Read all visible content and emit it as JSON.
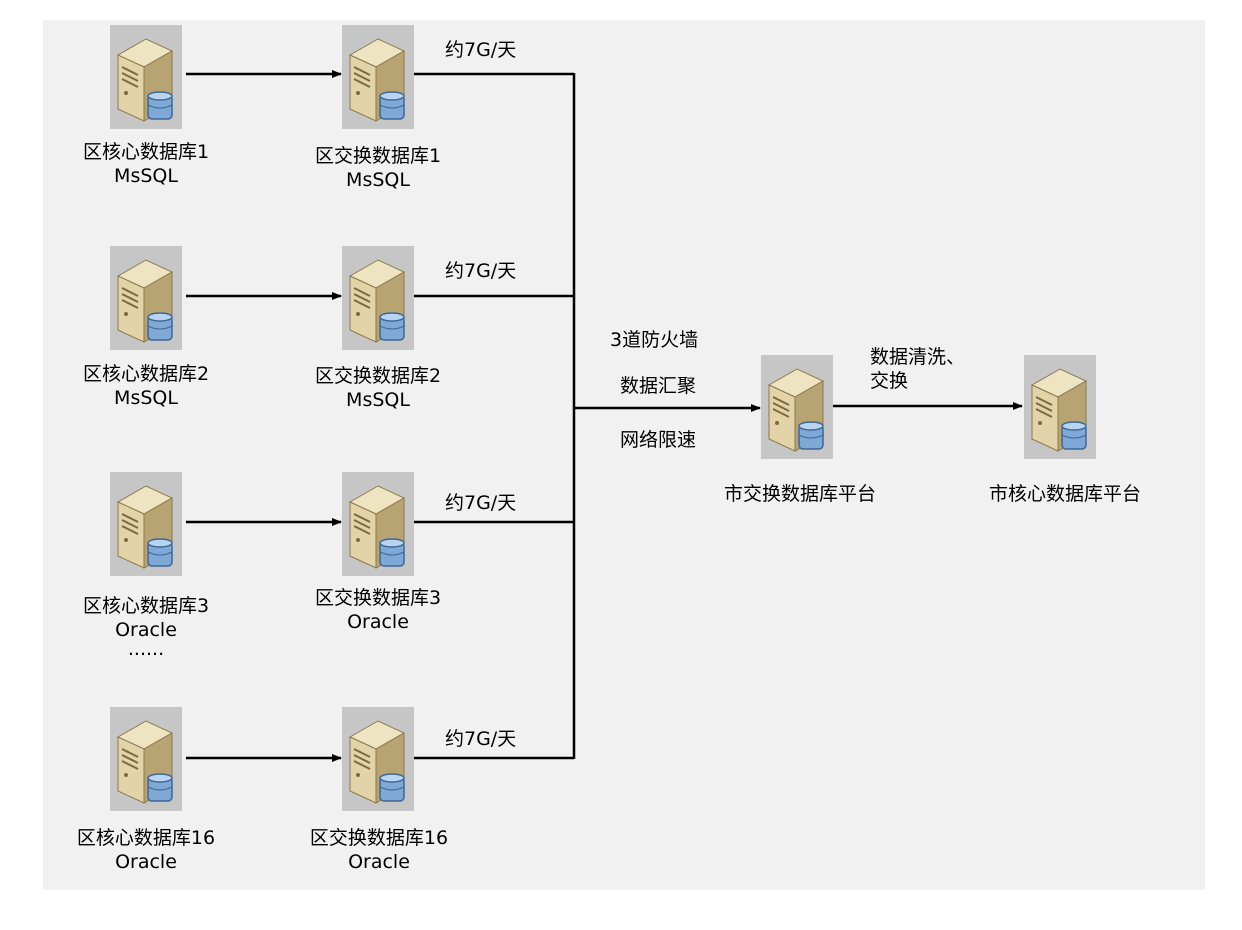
{
  "district_core": [
    {
      "name": "区核心数据库1",
      "engine": "MsSQL"
    },
    {
      "name": "区核心数据库2",
      "engine": "MsSQL"
    },
    {
      "name": "区核心数据库3",
      "engine": "Oracle"
    },
    {
      "name": "区核心数据库16",
      "engine": "Oracle"
    }
  ],
  "district_exchange": [
    {
      "name": "区交换数据库1",
      "engine": "MsSQL"
    },
    {
      "name": "区交换数据库2",
      "engine": "MsSQL"
    },
    {
      "name": "区交换数据库3",
      "engine": "Oracle"
    },
    {
      "name": "区交换数据库16",
      "engine": "Oracle"
    }
  ],
  "ellipsis": "......",
  "volume_labels": [
    "约7G/天",
    "约7G/天",
    "约7G/天",
    "约7G/天"
  ],
  "aggregation_steps": [
    "3道防火墙",
    "数据汇聚",
    "网络限速"
  ],
  "city_exchange": {
    "name": "市交换数据库平台"
  },
  "cleaning_label": [
    "数据清洗、",
    "交换"
  ],
  "city_core": {
    "name": "市核心数据库平台"
  },
  "colors": {
    "background": "#f1f1f1",
    "line": "#000000",
    "server_body": "#e2d3a8",
    "server_side": "#b8a472",
    "disk": "#7ea9d6"
  }
}
